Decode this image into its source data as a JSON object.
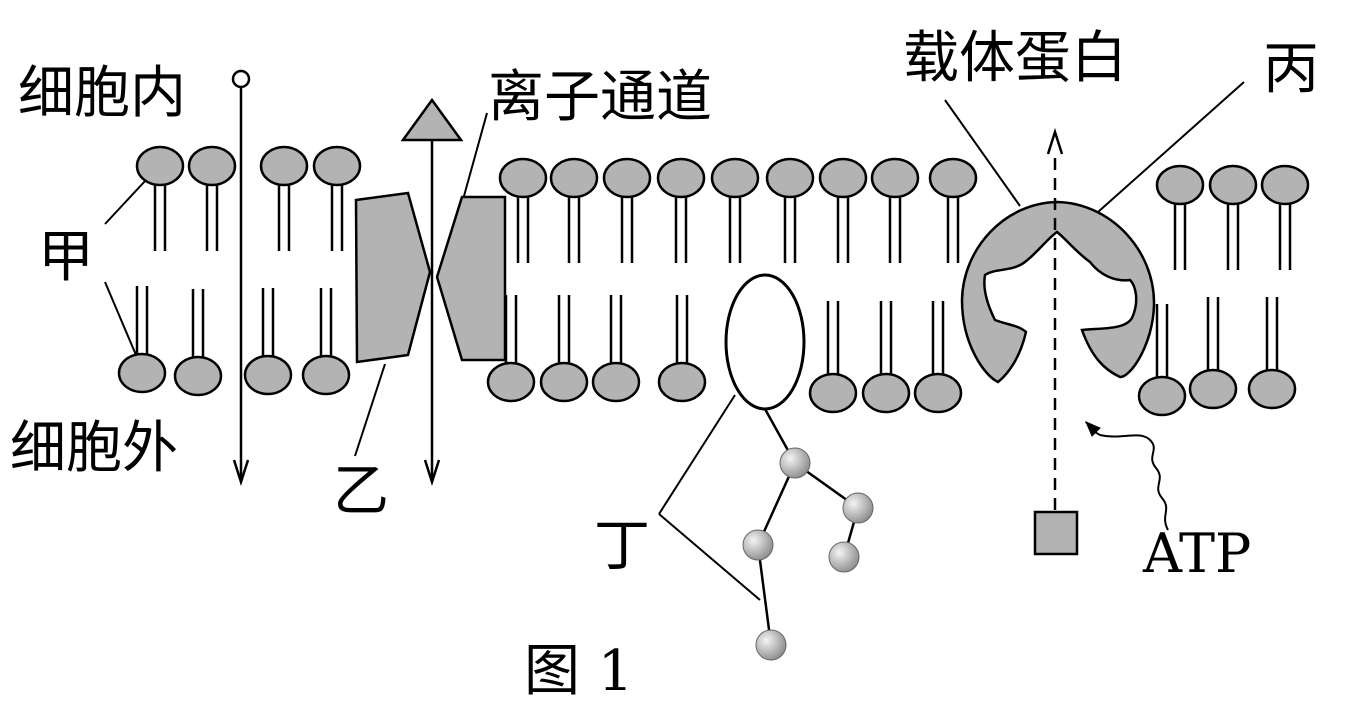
{
  "labels": {
    "intracellular": "细胞内",
    "extracellular": "细胞外",
    "jia": "甲",
    "yi": "乙",
    "bing": "丙",
    "ding": "丁",
    "ion_channel": "离子通道",
    "carrier_protein": "载体蛋白",
    "atp": "ATP",
    "figure_caption": "图 1"
  },
  "colors": {
    "head_fill": "#b3b3b3",
    "protein_fill": "#b3b3b3",
    "stroke": "#000000",
    "sugar_light": "#f2f2f2",
    "sugar_dark": "#8c8c8c"
  }
}
